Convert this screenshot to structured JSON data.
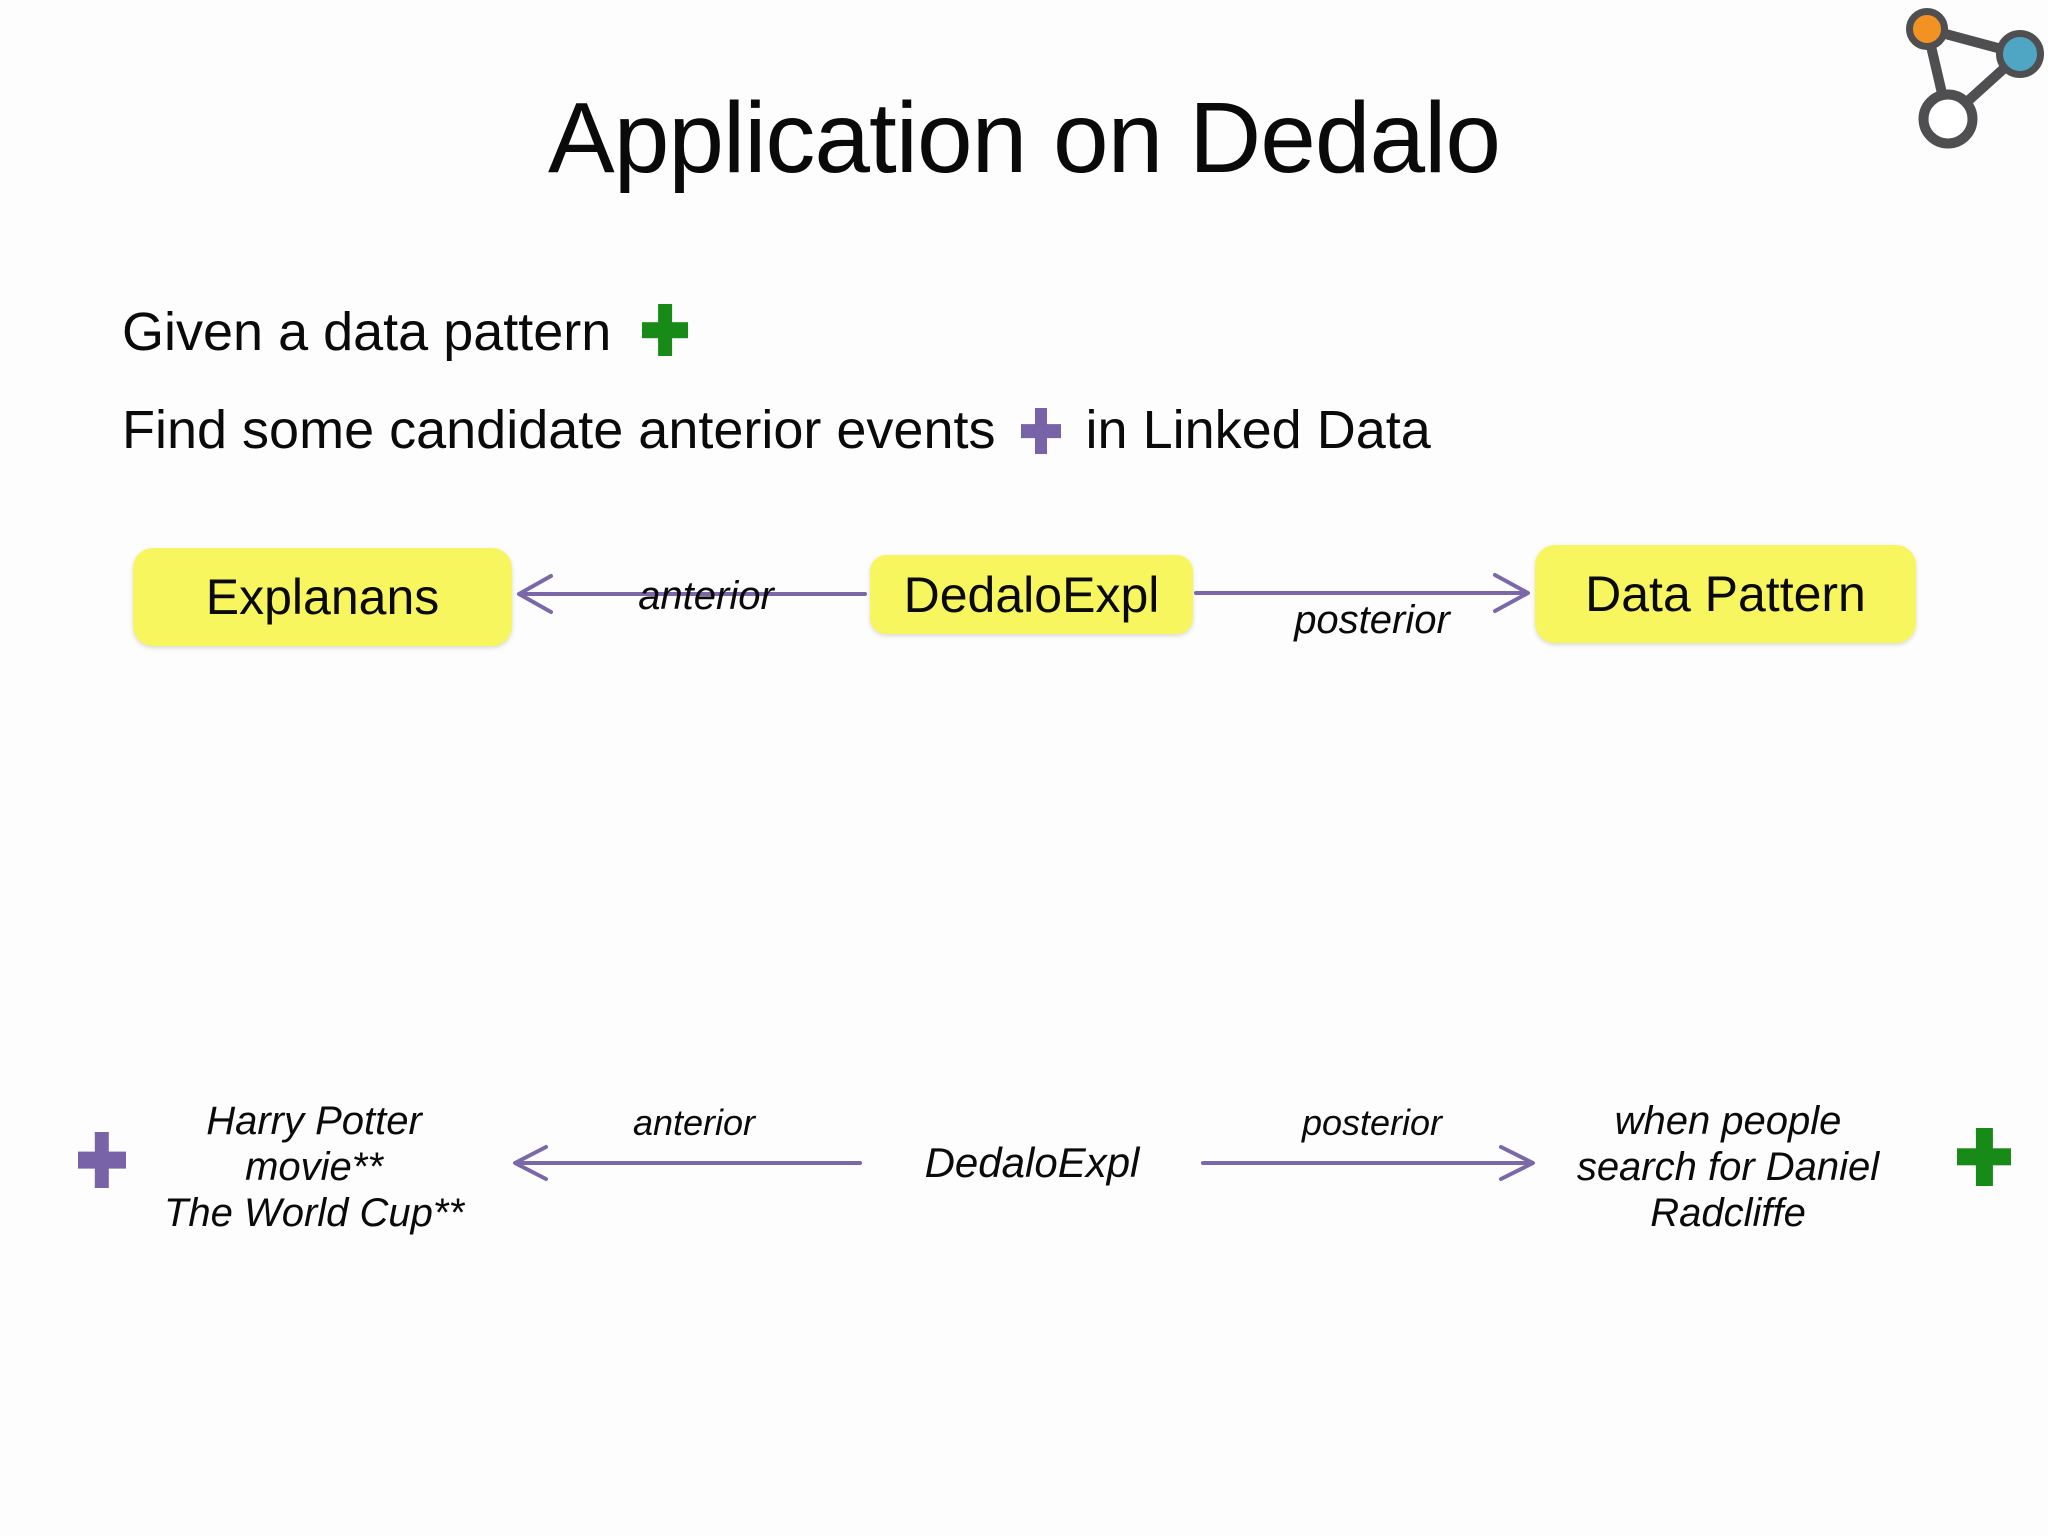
{
  "slide": {
    "title": "Application on Dedalo",
    "intro_line1": "Given a data pattern",
    "intro_line2_start": "Find some candidate anterior events",
    "intro_line2_end": "in Linked Data"
  },
  "diagram": {
    "explanans_box": "Explanans",
    "relation_box": "DedaloExpl",
    "data_pattern_box": "Data Pattern",
    "anterior_label": "anterior",
    "posterior_label": "posterior"
  },
  "example": {
    "explanans_lines": [
      "Harry Potter",
      "movie**",
      "The World Cup**"
    ],
    "anterior_label": "anterior",
    "relation": "DedaloExpl",
    "posterior_label": "posterior",
    "data_pattern_lines": [
      "when people",
      "search for Daniel",
      "Radcliffe"
    ]
  },
  "icons": {
    "logo": "network-graph-logo",
    "green_plus": "green-plus-icon",
    "purple_plus": "purple-plus-icon"
  },
  "colors": {
    "background": "#FDFDFE",
    "box_yellow": "#F8F65F",
    "arrow_purple": "#7B68A8",
    "plus_green": "#178A17",
    "plus_purple": "#7862A8",
    "text_black": "#0A0A0A",
    "logo_gray": "#4F4F51",
    "logo_orange": "#F29222",
    "logo_blue": "#4FA6C4"
  }
}
